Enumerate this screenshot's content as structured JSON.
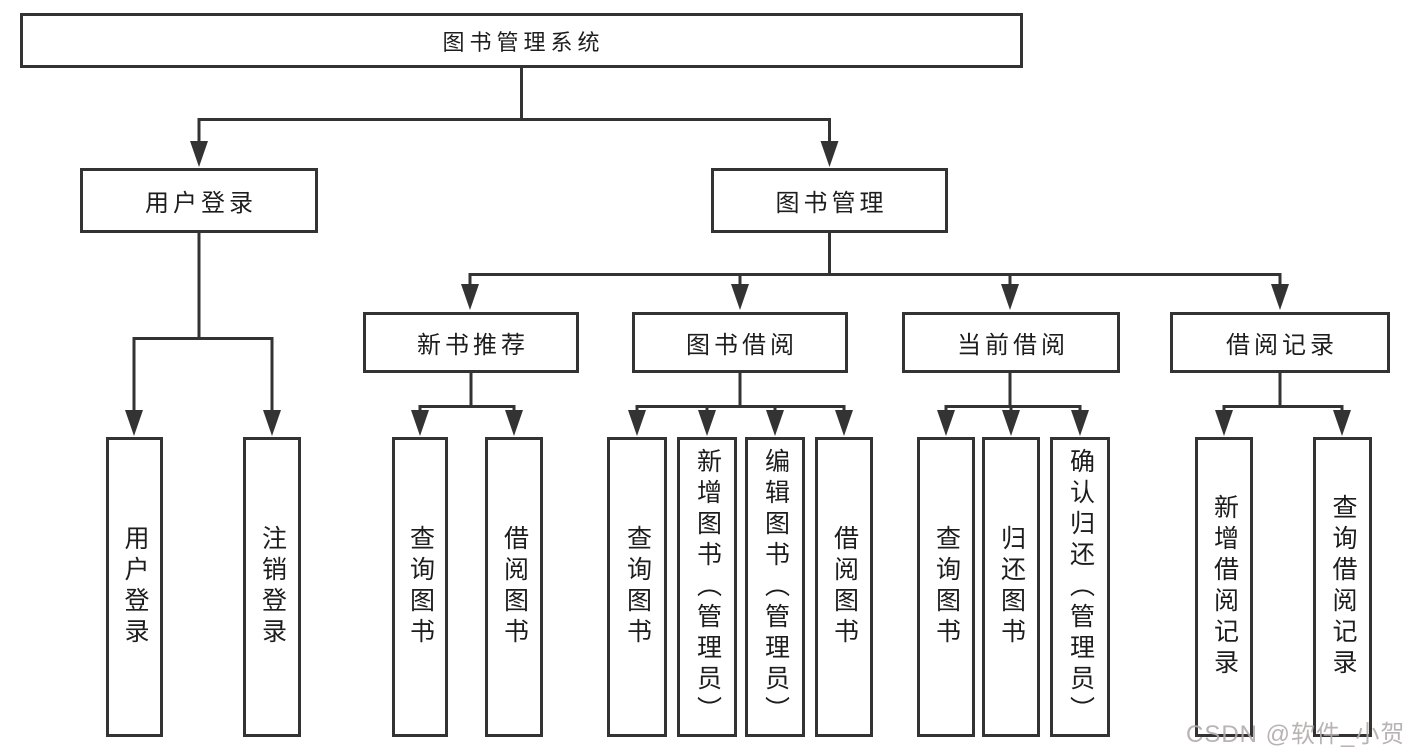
{
  "colors": {
    "line": "#333333",
    "box_border": "#333333",
    "text": "#1d1d1d",
    "background": "#ffffff",
    "watermark": "#b3abab"
  },
  "watermark": {
    "text": "CSDN @软件_小贺同学"
  },
  "tree": {
    "root": {
      "label": "图书管理系统",
      "children": [
        {
          "label": "用户登录",
          "children": [
            {
              "label": "用户登录"
            },
            {
              "label": "注销登录"
            }
          ]
        },
        {
          "label": "图书管理",
          "children": [
            {
              "label": "新书推荐",
              "children": [
                {
                  "label": "查询图书"
                },
                {
                  "label": "借阅图书"
                }
              ]
            },
            {
              "label": "图书借阅",
              "children": [
                {
                  "label": "查询图书"
                },
                {
                  "label": "新增图书（管理员）"
                },
                {
                  "label": "编辑图书（管理员）"
                },
                {
                  "label": "借阅图书"
                }
              ]
            },
            {
              "label": "当前借阅",
              "children": [
                {
                  "label": "查询图书"
                },
                {
                  "label": "归还图书"
                },
                {
                  "label": "确认归还（管理员）"
                }
              ]
            },
            {
              "label": "借阅记录",
              "children": [
                {
                  "label": "新增借阅记录"
                },
                {
                  "label": "查询借阅记录"
                }
              ]
            }
          ]
        }
      ]
    }
  }
}
